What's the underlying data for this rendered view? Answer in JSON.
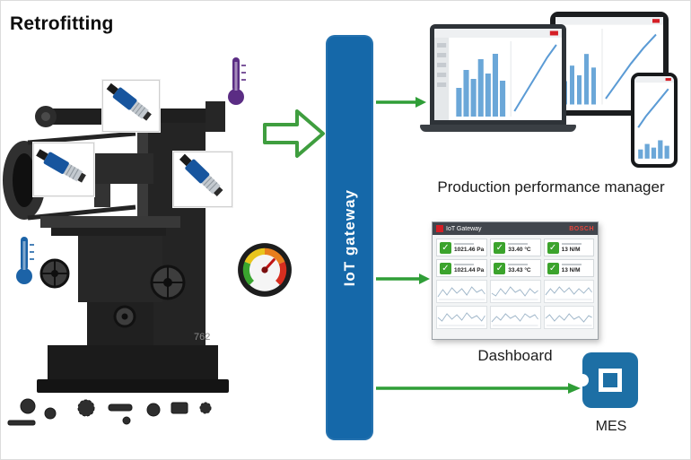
{
  "title": "Retrofitting",
  "machine": {
    "model": "762"
  },
  "gateway": {
    "label": "IoT gateway"
  },
  "outputs": {
    "ppm": {
      "label": "Production performance manager"
    },
    "dashboard": {
      "label": "Dashboard",
      "window_title": "IoT Gateway",
      "brand": "BOSCH",
      "tiles": [
        {
          "value": "1021.46 Pa"
        },
        {
          "value": "33.40 °C"
        },
        {
          "value": "13 N/M"
        },
        {
          "value": "1021.44 Pa"
        },
        {
          "value": "33.43 °C"
        },
        {
          "value": "13 N/M"
        }
      ]
    },
    "mes": {
      "label": "MES"
    }
  },
  "icons": {
    "thermometer_top": "purple-thermometer-icon",
    "thermometer_left": "blue-thermometer-icon",
    "proximity_sensors": 3,
    "gauge": "analog-gauge-icon",
    "mes_chip": "chip-icon"
  },
  "colors": {
    "gateway_blue": "#1568a9",
    "arrow_green": "#2f9e37",
    "arrow_outline_green": "#3f9e3f",
    "mes_blue": "#1d6fa5",
    "check_green": "#3ba32c",
    "brand_red": "#d51f26",
    "thermometer_purple": "#5b2d84",
    "thermometer_blue": "#1c63a7"
  }
}
